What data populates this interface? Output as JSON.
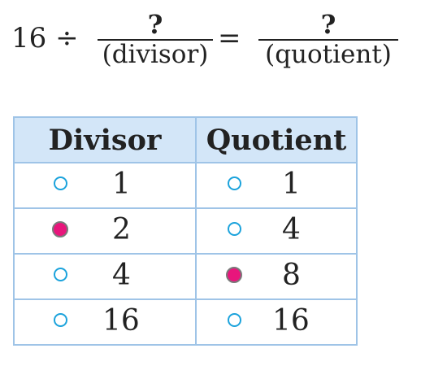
{
  "equation": {
    "dividend": "16",
    "operator": "÷",
    "left_blank": "?",
    "left_label": "(divisor)",
    "equals": "=",
    "right_blank": "?",
    "right_label": "(quotient)"
  },
  "table": {
    "headers": [
      "Divisor",
      "Quotient"
    ],
    "rows": [
      {
        "divisor": "1",
        "divisor_selected": false,
        "quotient": "1",
        "quotient_selected": false
      },
      {
        "divisor": "2",
        "divisor_selected": true,
        "quotient": "4",
        "quotient_selected": false
      },
      {
        "divisor": "4",
        "divisor_selected": false,
        "quotient": "8",
        "quotient_selected": true
      },
      {
        "divisor": "16",
        "divisor_selected": false,
        "quotient": "16",
        "quotient_selected": false
      }
    ]
  },
  "colors": {
    "header_bg": "#d3e6f8",
    "border": "#9fc4e7",
    "radio_outline": "#1ca3dc",
    "radio_selected": "#e8167c"
  }
}
